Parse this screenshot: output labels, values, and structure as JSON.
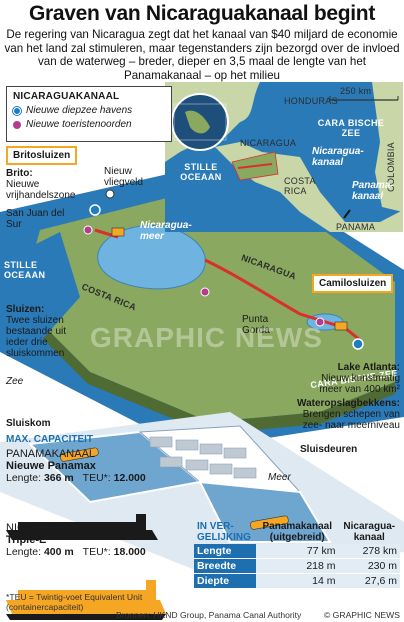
{
  "title": "Graven van Nicaraguakanaal begint",
  "intro": "De regering van Nicaragua zegt dat het kanaal van $40 miljard de economie van het land zal stimuleren, maar tegenstanders zijn bezorgd over de invloed van de waterweg – breder, dieper en 3,5 maal de lengte van het Panamakanaal – op het milieu",
  "legend": {
    "title": "NICARAGUAKANAAL",
    "ports": "Nieuwe diepzee havens",
    "tourism": "Nieuwe toeristenoorden"
  },
  "inset": {
    "scale": "250 km",
    "honduras": "HONDURAS",
    "caribbean": "CARA BISCHE ZEE",
    "nicaragua": "NICARAGUA",
    "pacific": "STILLE OCEAAN",
    "costa_rica": "COSTA RICA",
    "panama": "PANAMA",
    "colombia": "COLOMBIA",
    "nic_canal": "Nicaragua-kanaal",
    "pan_canal": "Panama-kanaal"
  },
  "map": {
    "britosluizen": "Britosluizen",
    "brito": "Brito:",
    "brito_desc": "Nieuwe vrijhandelszone",
    "new_airport": "Nieuw vliegveld",
    "san_juan": "San Juan del Sur",
    "lake": "Nicaragua-meer",
    "nicaragua": "NICARAGUA",
    "stille_oceaan": "STILLE OCEAAN",
    "costa_rica": "COSTA RICA",
    "camilosluizen": "Camilosluizen",
    "punta_gorda": "Punta Gorda",
    "carib": "CARA BISCHE ZEE",
    "lake_atlanta_title": "Lake Atlanta:",
    "lake_atlanta_desc": "Nieuw kunstmatig meer van 400 km²",
    "watermark": "GRAPHIC NEWS"
  },
  "locks": {
    "title": "Sluizen:",
    "desc": "Twee sluizen bestaande uit ieder drie sluiskommen",
    "zee": "Zee",
    "sluiskom": "Sluiskom",
    "meer": "Meer",
    "sluisdeuren": "Sluisdeuren",
    "basins_title": "Waterop­slagbekkens:",
    "basins_desc": "Brengen schepen van zee- naar meerniveau"
  },
  "capacity": {
    "head": "MAX. CAPACITEIT",
    "ship1_title": "PANAMAKANAAL",
    "ship1_sub": "Nieuwe Panamax",
    "ship1_len_label": "Lengte:",
    "ship1_len": "366 m",
    "ship1_teu_label": "TEU*:",
    "ship1_teu": "12.000",
    "ship2_title": "NICARAGUAKANAAL",
    "ship2_sub": "Triple-E",
    "ship2_len_label": "Lengte:",
    "ship2_len": "400 m",
    "ship2_teu_label": "TEU*:",
    "ship2_teu": "18.000",
    "teu_note": "*TEU = Twintig-voet Equivalent Unit (containercapaciteit)"
  },
  "compare": {
    "head": "IN VER-GELIJKING",
    "col1": "Panamakanaal (uitgebreid)",
    "col2": "Nicaragua-kanaal",
    "rows": [
      {
        "label": "Lengte",
        "a": "77 km",
        "b": "278 km"
      },
      {
        "label": "Breedte",
        "a": "218 m",
        "b": "230 m"
      },
      {
        "label": "Diepte",
        "a": "14 m",
        "b": "27,6 m"
      }
    ]
  },
  "footer": {
    "sources": "Bronnen: HKND Group, Panama Canal Authority",
    "credit": "© GRAPHIC NEWS"
  },
  "colors": {
    "canal": "#d9302c",
    "sea": "#2a7ab8",
    "land": "#8aa860",
    "tag_border": "#f5a623",
    "accent_blue": "#1a6fb0"
  }
}
